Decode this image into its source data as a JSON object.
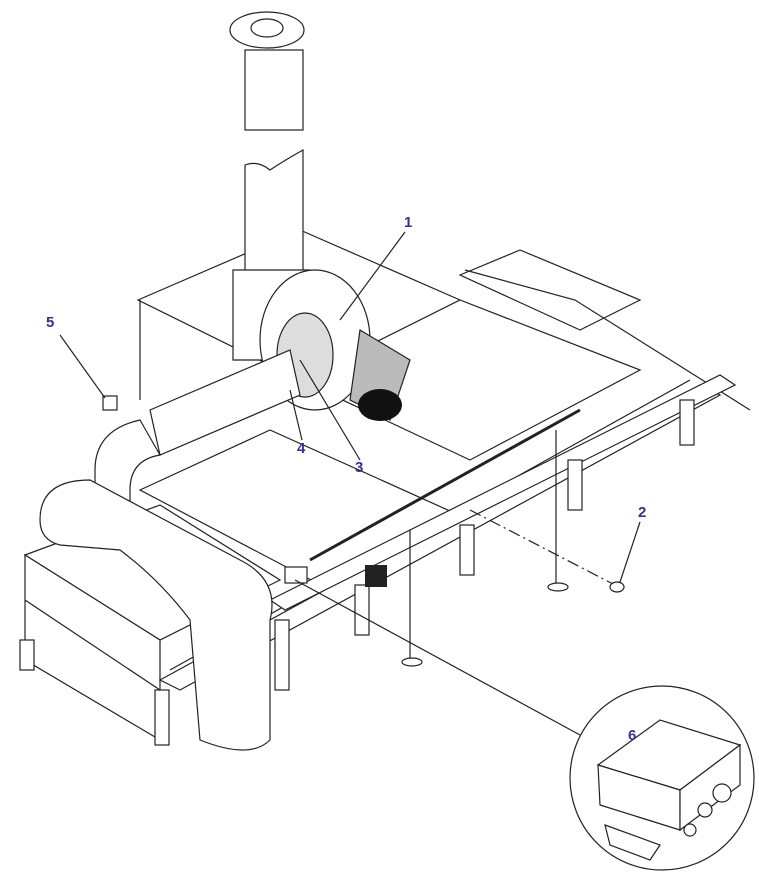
{
  "diagram": {
    "callouts": [
      {
        "id": "1",
        "label": "1"
      },
      {
        "id": "2",
        "label": "2"
      },
      {
        "id": "3",
        "label": "3"
      },
      {
        "id": "4",
        "label": "4"
      },
      {
        "id": "5",
        "label": "5"
      },
      {
        "id": "6",
        "label": "6"
      }
    ],
    "label_color": "#33338f"
  }
}
